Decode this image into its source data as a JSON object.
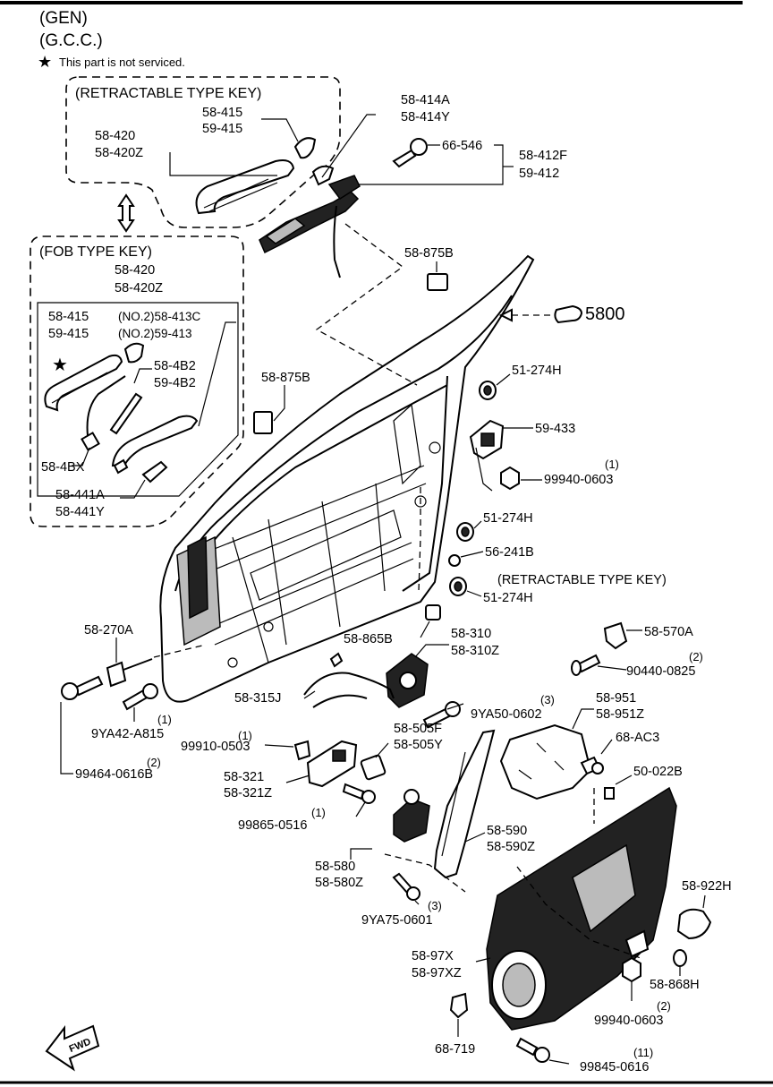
{
  "header": {
    "gen": "(GEN)",
    "gcc": "(G.C.C.)",
    "note_star": "★",
    "note_text": "This part is not serviced."
  },
  "boxes": {
    "retractable_title": "(RETRACTABLE TYPE KEY)",
    "fob_title": "(FOB TYPE KEY)",
    "retractable_note": "(RETRACTABLE TYPE KEY)"
  },
  "labels": {
    "l58_415_a": "58-415",
    "l59_415_a": "59-415",
    "l58_420_a": "58-420",
    "l58_420z_a": "58-420Z",
    "l58_414a": "58-414A",
    "l58_414y": "58-414Y",
    "l66_546": "66-546",
    "l58_412f": "58-412F",
    "l59_412": "59-412",
    "l58_420_b": "58-420",
    "l58_420z_b": "58-420Z",
    "l58_415_b": "58-415",
    "l59_415_b": "59-415",
    "no2_58_413c": "(NO.2)58-413C",
    "no2_59_413": "(NO.2)59-413",
    "l58_4b2": "58-4B2",
    "l59_4b2": "59-4B2",
    "l58_4bx": "58-4BX",
    "l58_441a": "58-441A",
    "l58_441y": "58-441Y",
    "fob_star": "★",
    "l58_875b_a": "58-875B",
    "l58_875b_b": "58-875B",
    "l5800": "5800",
    "l51_274h_a": "51-274H",
    "l59_433": "59-433",
    "q1_99940": "(1)",
    "l99940_0603_a": "99940-0603",
    "l51_274h_b": "51-274H",
    "l56_241b": "56-241B",
    "l51_274h_c": "51-274H",
    "l58_270a": "58-270A",
    "l58_310": "58-310",
    "l58_310z": "58-310Z",
    "l58_865b": "58-865B",
    "l58_570a": "58-570A",
    "q2_90440": "(2)",
    "l90440_0825": "90440-0825",
    "l58_315j": "58-315J",
    "q3_9ya50": "(3)",
    "l9ya50_0602": "9YA50-0602",
    "q1_9ya42": "(1)",
    "l9ya42_a815": "9YA42-A815",
    "q2_99464": "(2)",
    "l99464_0616b": "99464-0616B",
    "q1_99910": "(1)",
    "l99910_0503": "99910-0503",
    "l58_505f": "58-505F",
    "l58_505y": "58-505Y",
    "l58_951": "58-951",
    "l58_951z": "58-951Z",
    "l68_ac3": "68-AC3",
    "l50_022b": "50-022B",
    "l58_321": "58-321",
    "l58_321z": "58-321Z",
    "q1_99865": "(1)",
    "l99865_0516": "99865-0516",
    "l58_590": "58-590",
    "l58_590z": "58-590Z",
    "l58_580": "58-580",
    "l58_580z": "58-580Z",
    "q3_9ya75": "(3)",
    "l9ya75_0601": "9YA75-0601",
    "l58_922h": "58-922H",
    "l58_97x": "58-97X",
    "l58_97xz": "58-97XZ",
    "l58_868h": "58-868H",
    "q2_99940": "(2)",
    "l99940_0603_b": "99940-0603",
    "l68_719": "68-719",
    "q11_99845": "(11)",
    "l99845_0616": "99845-0616",
    "fwd": "FWD"
  },
  "icons": {
    "double_arrow": "double-arrow-icon",
    "fwd_arrow": "fwd-arrow-icon",
    "pointing_hand": "pointing-hand-icon",
    "star": "star-icon"
  }
}
